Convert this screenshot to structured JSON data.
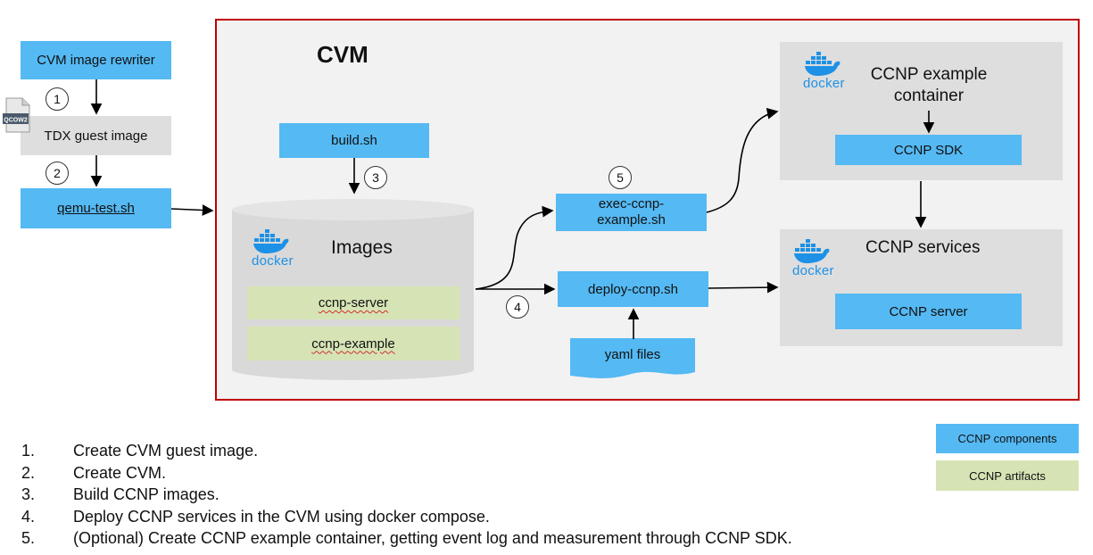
{
  "left": {
    "rewriter": "CVM image rewriter",
    "guest_image": "TDX guest image",
    "qcow_label": "QCOW2",
    "qemu": "qemu-test.sh"
  },
  "cvm": {
    "title": "CVM",
    "build": "build.sh",
    "images_title": "Images",
    "ccnp_server_img": "ccnp-server",
    "ccnp_example_img": "ccnp-example",
    "exec": "exec-ccnp-\nexample.sh",
    "deploy": "deploy-ccnp.sh",
    "yaml": "yaml files",
    "example_container": "CCNP example\ncontainer",
    "sdk": "CCNP SDK",
    "services": "CCNP services",
    "server": "CCNP server",
    "docker_word": "docker"
  },
  "step_markers": [
    "1",
    "2",
    "3",
    "4",
    "5"
  ],
  "legend": {
    "components": "CCNP components",
    "artifacts": "CCNP artifacts"
  },
  "steps": [
    {
      "num": "1.",
      "text": "Create CVM guest image."
    },
    {
      "num": "2.",
      "text": "Create CVM."
    },
    {
      "num": "3.",
      "text": "Build CCNP images."
    },
    {
      "num": "4.",
      "text": "Deploy CCNP services in the CVM using docker compose."
    },
    {
      "num": "5.",
      "text": "(Optional) Create CCNP example container, getting event log and measurement through CCNP SDK."
    }
  ],
  "colors": {
    "component_blue": "#55b9f3",
    "artifact_green": "#d6e4b5",
    "container_grey": "#dedede",
    "cvm_border": "#c00000",
    "docker_blue": "#1d91e6"
  }
}
